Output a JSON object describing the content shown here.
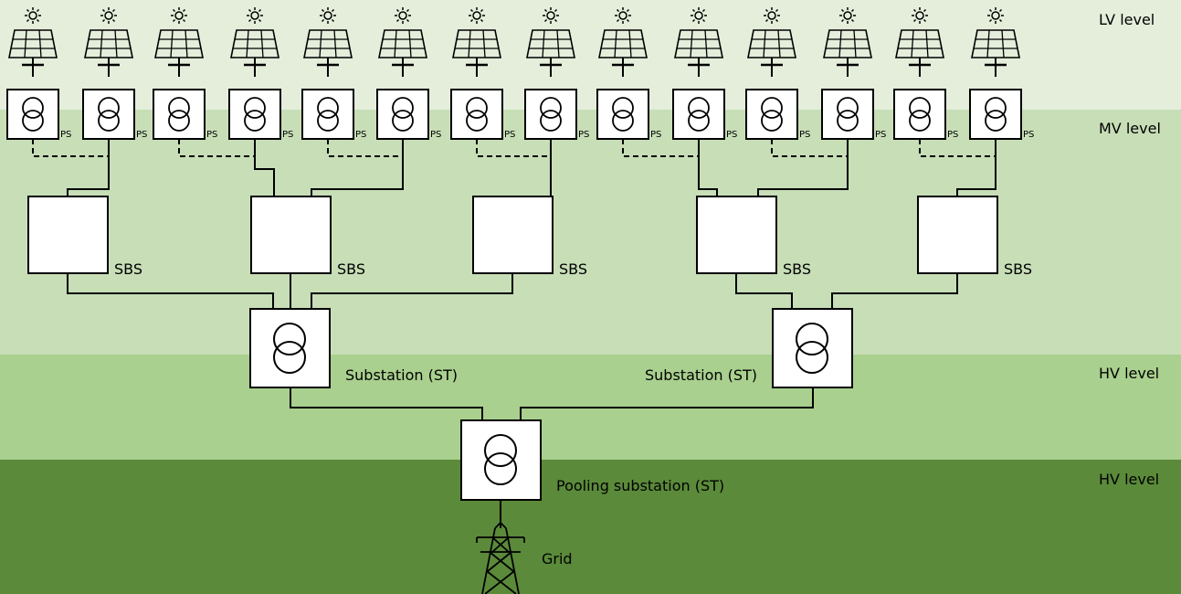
{
  "levels": {
    "lv": "LV level",
    "mv": "MV level",
    "hv_upper": "HV level",
    "hv_lower": "HV level"
  },
  "labels": {
    "ps": "PS",
    "sbs": "SBS",
    "substation": "Substation (ST)",
    "pooling": "Pooling substation (ST)",
    "grid": "Grid"
  },
  "colors": {
    "lv_band": "#e4eedb",
    "mv_band": "#c7deb7",
    "hv_band": "#a9d08e",
    "hv2_band": "#5b8a3a"
  },
  "counts": {
    "solar_panels": 14,
    "sbs_units": 5,
    "substations": 2
  }
}
